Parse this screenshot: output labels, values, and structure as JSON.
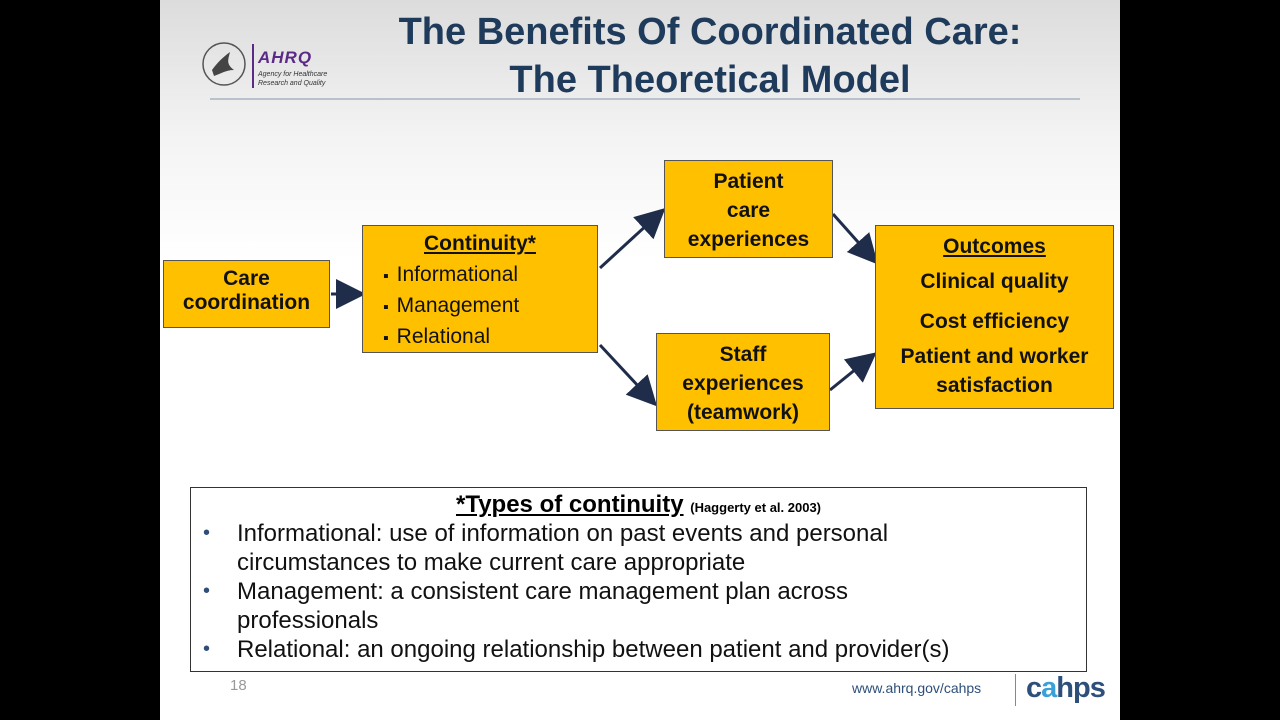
{
  "slide": {
    "title_line1": "The Benefits Of Coordinated Care:",
    "title_line2": "The Theoretical Model",
    "logo": {
      "name": "AHRQ",
      "subtitle": "Agency for Healthcare\nResearch and Quality",
      "icon": "hhs-eagle-icon"
    },
    "page_number": "18",
    "footer_url": "www.ahrq.gov/cahps",
    "footer_logo_pre": "c",
    "footer_logo_a": "a",
    "footer_logo_post": "hps"
  },
  "diagram": {
    "care_coordination": [
      "Care",
      "coordination"
    ],
    "continuity": {
      "title": "Continuity*",
      "items": [
        "Informational",
        "Management",
        "Relational"
      ]
    },
    "patient_care": [
      "Patient",
      "care",
      "experiences"
    ],
    "staff": [
      "Staff",
      "experiences",
      "(teamwork)"
    ],
    "outcomes": {
      "title": "Outcomes",
      "items": [
        "Clinical quality",
        "Cost efficiency",
        "Patient and worker",
        "satisfaction"
      ]
    },
    "colors": {
      "box_fill": "#ffc000",
      "arrow": "#1f2d4a"
    }
  },
  "notes": {
    "heading": "*Types of continuity",
    "citation": "(Haggerty et al. 2003)",
    "items": [
      {
        "line1": "Informational: use of information on past events and personal",
        "line2": "circumstances to make current care appropriate"
      },
      {
        "line1": "Management: a consistent care management plan across",
        "line2": "professionals"
      },
      {
        "line1": "Relational: an ongoing relationship between patient and provider(s)",
        "line2": ""
      }
    ]
  }
}
